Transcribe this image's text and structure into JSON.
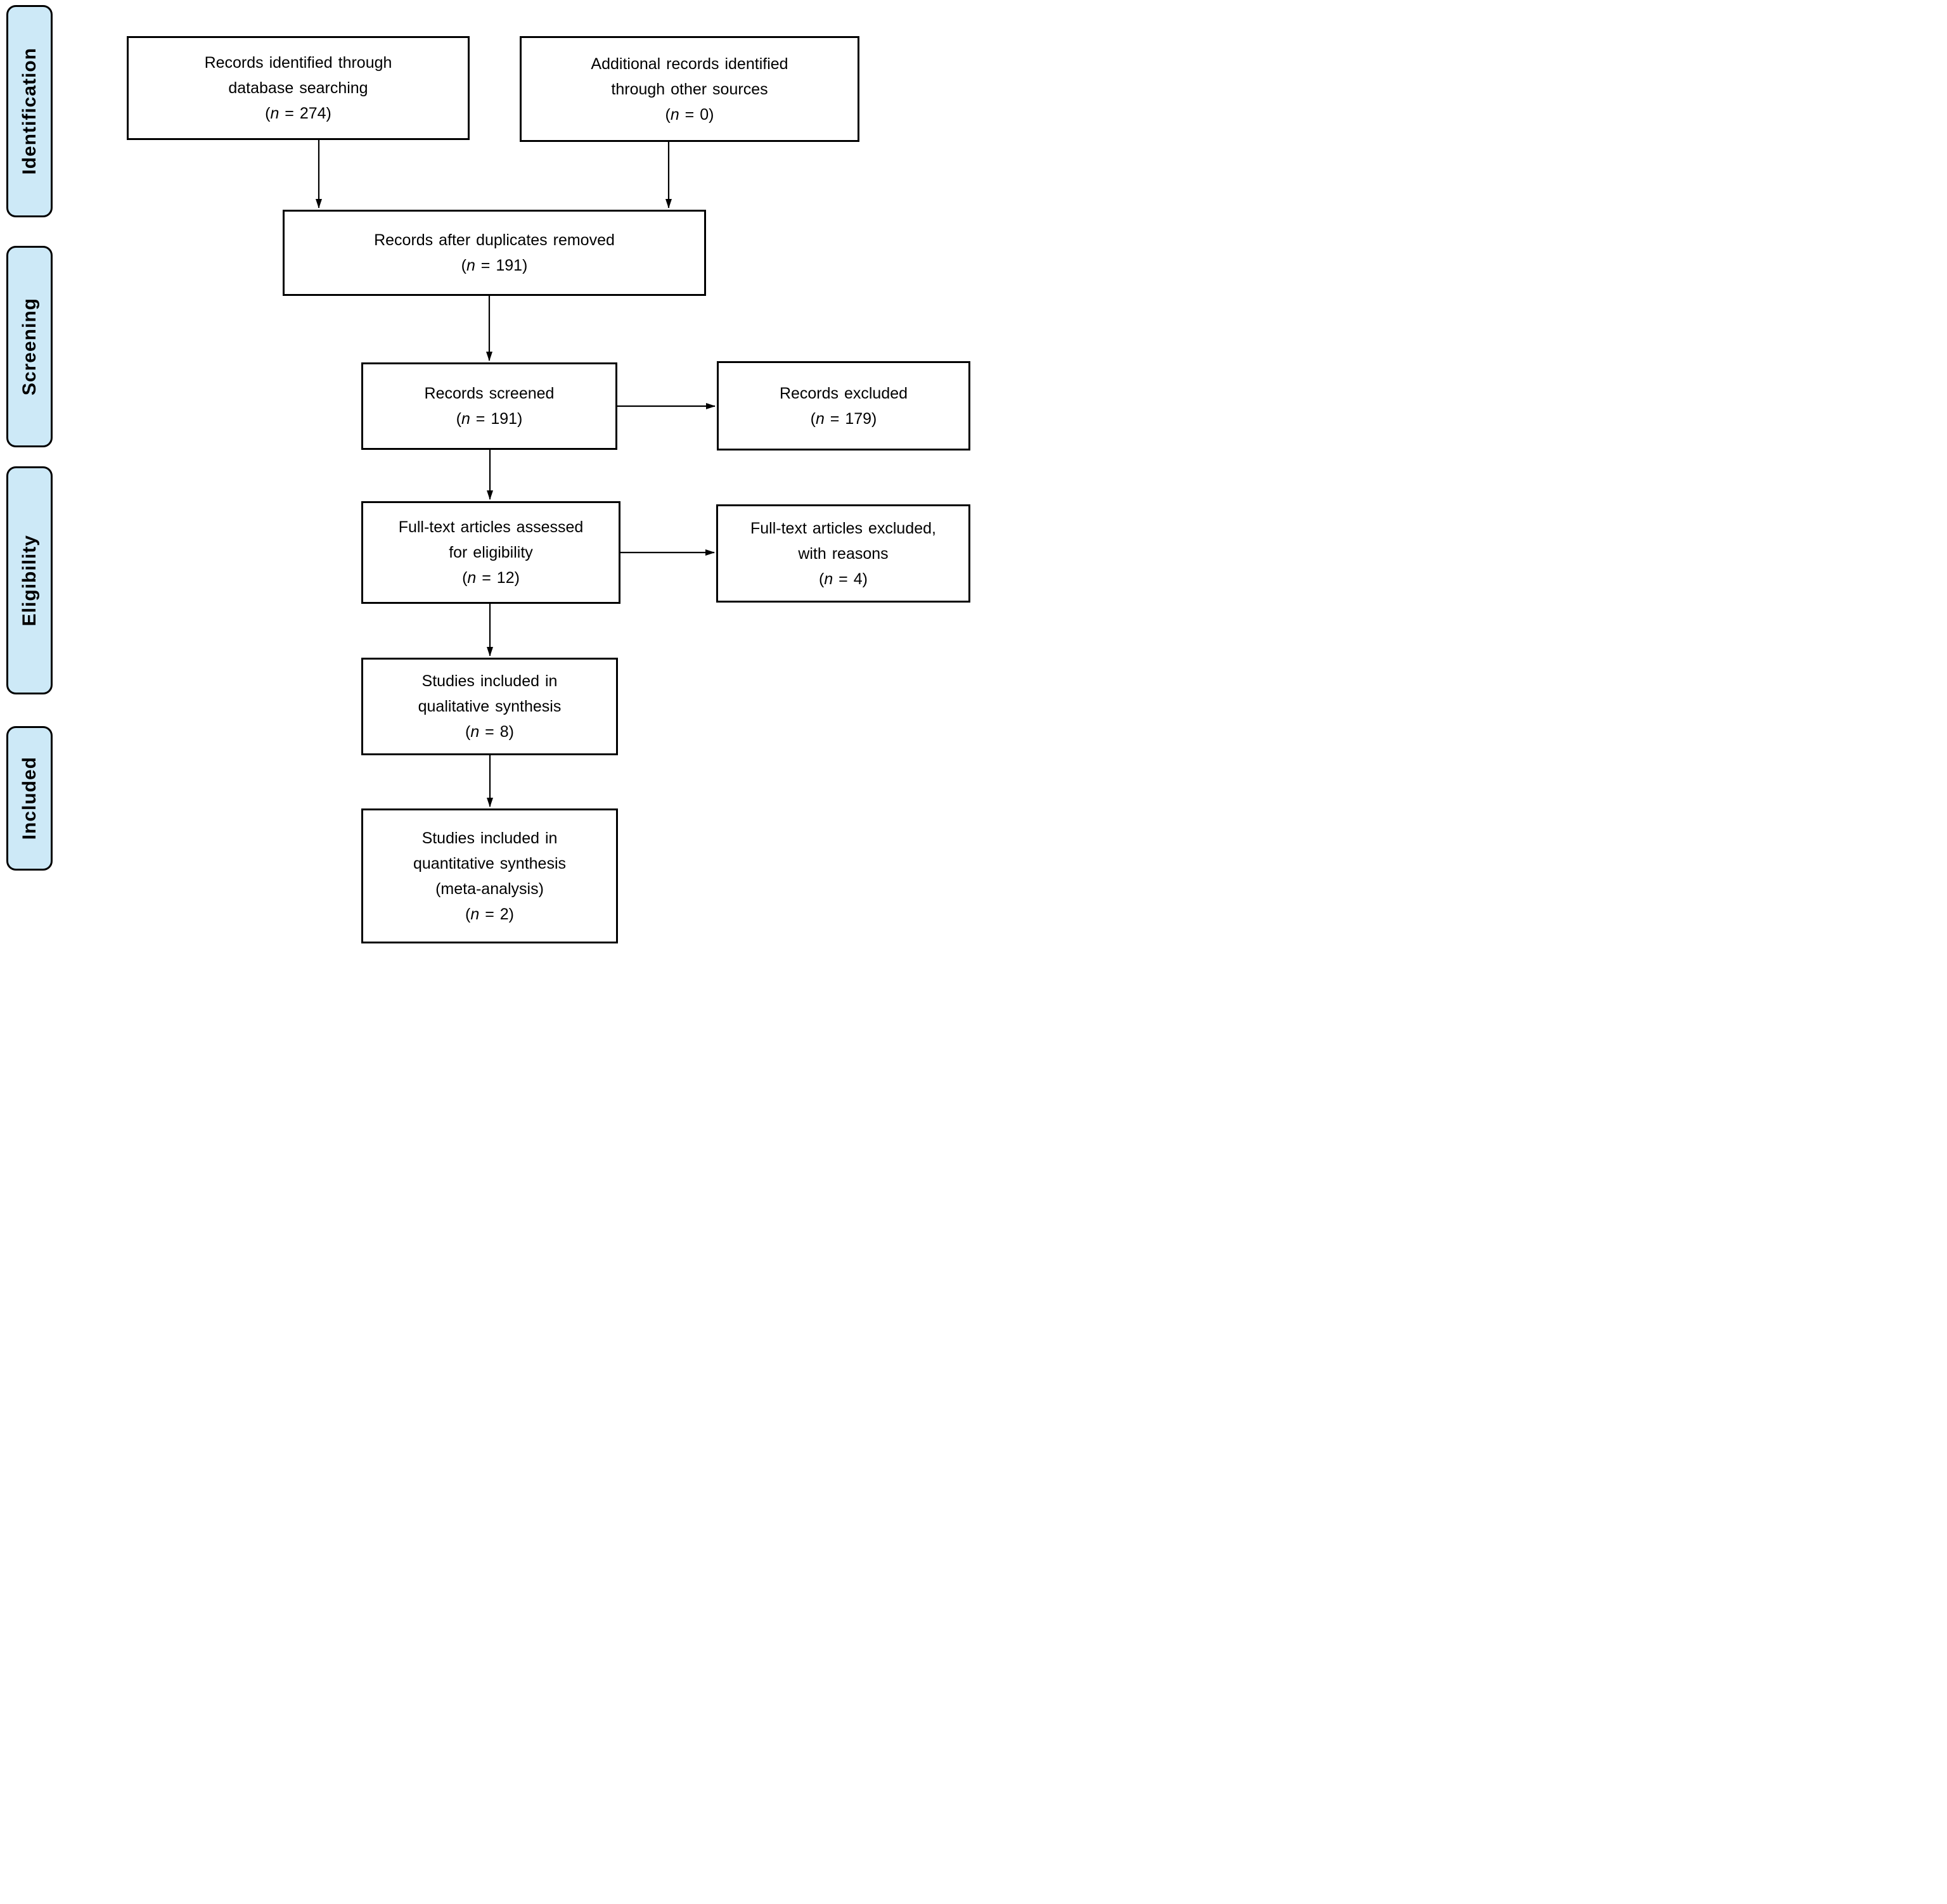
{
  "stages": [
    {
      "label": "Identification"
    },
    {
      "label": "Screening"
    },
    {
      "label": "Eligibility"
    },
    {
      "label": "Included"
    }
  ],
  "boxes": {
    "db_search": {
      "lines": [
        "Records identified through",
        "database searching",
        "(n = 274)"
      ],
      "n": 274
    },
    "other_sources": {
      "lines": [
        "Additional records identified",
        "through other sources",
        "(n = 0)"
      ],
      "n": 0
    },
    "after_duplicates": {
      "lines": [
        "Records after duplicates removed",
        "(n = 191)"
      ],
      "n": 191
    },
    "screened": {
      "lines": [
        "Records screened",
        "(n = 191)"
      ],
      "n": 191
    },
    "records_excluded": {
      "lines": [
        "Records excluded",
        "(n = 179)"
      ],
      "n": 179
    },
    "fulltext_assessed": {
      "lines": [
        "Full-text articles assessed",
        "for eligibility",
        "(n = 12)"
      ],
      "n": 12
    },
    "fulltext_excluded": {
      "lines": [
        "Full-text articles excluded,",
        "with reasons",
        "(n = 4)"
      ],
      "n": 4
    },
    "qualitative_synthesis": {
      "lines": [
        "Studies included in",
        "qualitative synthesis",
        "(n = 8)"
      ],
      "n": 8
    },
    "quantitative_synthesis": {
      "lines": [
        "Studies included in",
        "quantitative synthesis",
        "(meta-analysis)",
        "(n = 2)"
      ],
      "n": 2
    }
  },
  "colors": {
    "stage_fill": "#cde9f7",
    "box_fill": "#ffffff",
    "border": "#000000"
  }
}
